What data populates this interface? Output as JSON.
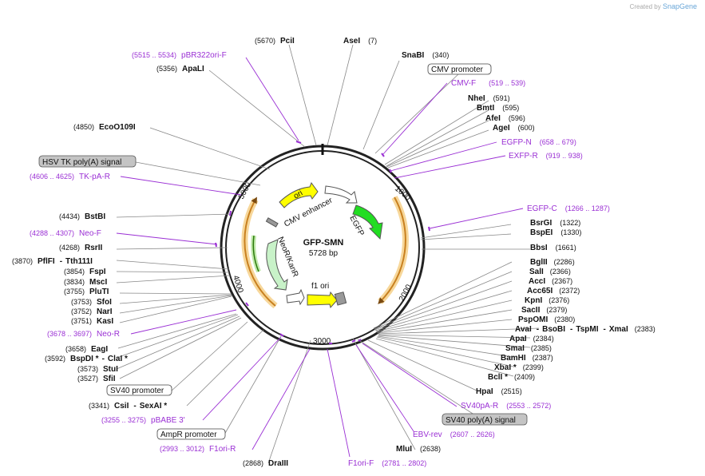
{
  "watermark": {
    "prefix": "Created by",
    "brand": "SnapGene"
  },
  "plasmid": {
    "name": "GFP-SMN",
    "length": "5728 bp"
  },
  "ticks": [
    "1000",
    "2000",
    "3000",
    "4000",
    "5000"
  ],
  "features": {
    "ori": "ori",
    "cmv_enhancer": "CMV enhancer",
    "egfp": "EGFP",
    "neo": "NeoR/KanR",
    "f1ori": "f1 ori"
  },
  "labels": {
    "pcii": {
      "name": "PciI",
      "pos": "(5670)"
    },
    "asei": {
      "name": "AseI",
      "pos": "(7)"
    },
    "pbr322_f": {
      "name": "pBR322ori-F",
      "pos": "(5515 .. 5534)"
    },
    "apali": {
      "name": "ApaLI",
      "pos": "(5356)"
    },
    "snabi": {
      "name": "SnaBI",
      "pos": "(340)"
    },
    "cmv_promoter": {
      "name": "CMV promoter"
    },
    "cmv_f": {
      "name": "CMV-F",
      "pos": "(519 .. 539)"
    },
    "nhei": {
      "name": "NheI",
      "pos": "(591)"
    },
    "bmti": {
      "name": "BmtI",
      "pos": "(595)"
    },
    "afei": {
      "name": "AfeI",
      "pos": "(596)"
    },
    "agei": {
      "name": "AgeI",
      "pos": "(600)"
    },
    "ecoo109i": {
      "name": "EcoO109I",
      "pos": "(4850)"
    },
    "egfp_n": {
      "name": "EGFP-N",
      "pos": "(658 .. 679)"
    },
    "exfp_r": {
      "name": "EXFP-R",
      "pos": "(919 .. 938)"
    },
    "hsv_tk": {
      "name": "HSV TK poly(A) signal"
    },
    "tk_pa_r": {
      "name": "TK-pA-R",
      "pos": "(4606 .. 4625)"
    },
    "egfp_c": {
      "name": "EGFP-C",
      "pos": "(1266 .. 1287)"
    },
    "bstbi": {
      "name": "BstBI",
      "pos": "(4434)"
    },
    "bsrgi": {
      "name": "BsrGI",
      "pos": "(1322)"
    },
    "bspei": {
      "name": "BspEI",
      "pos": "(1330)"
    },
    "neo_f": {
      "name": "Neo-F",
      "pos": "(4288 .. 4307)"
    },
    "rsrii": {
      "name": "RsrII",
      "pos": "(4268)"
    },
    "bbsi": {
      "name": "BbsI",
      "pos": "(1661)"
    },
    "pflfi": {
      "pos": "(3870)",
      "name": "PflFI",
      "sep": "-",
      "name2": "Tth111I"
    },
    "fspi": {
      "name": "FspI",
      "pos": "(3854)"
    },
    "msci": {
      "name": "MscI",
      "pos": "(3834)"
    },
    "pluti": {
      "name": "PluTI",
      "pos": "(3755)"
    },
    "sfoi": {
      "name": "SfoI",
      "pos": "(3753)"
    },
    "nari": {
      "name": "NarI",
      "pos": "(3752)"
    },
    "kasi": {
      "name": "KasI",
      "pos": "(3751)"
    },
    "neo_r": {
      "name": "Neo-R",
      "pos": "(3678 .. 3697)"
    },
    "eagi": {
      "name": "EagI",
      "pos": "(3658)"
    },
    "bspdi": {
      "pos": "(3592)",
      "name": "BspDI *",
      "sep": "-",
      "name2": "ClaI *"
    },
    "stui": {
      "name": "StuI",
      "pos": "(3573)"
    },
    "sfii": {
      "name": "SfiI",
      "pos": "(3527)"
    },
    "sv40_promoter": {
      "name": "SV40 promoter"
    },
    "csii": {
      "pos": "(3341)",
      "name": "CsiI",
      "sep": "-",
      "name2": "SexAI *"
    },
    "pbabe3": {
      "name": "pBABE 3'",
      "pos": "(3255 .. 3275)"
    },
    "ampr_promoter": {
      "name": "AmpR promoter"
    },
    "f1ori_r": {
      "name": "F1ori-R",
      "pos": "(2993 .. 3012)"
    },
    "draiii": {
      "name": "DraIII",
      "pos": "(2868)"
    },
    "f1ori_f": {
      "name": "F1ori-F",
      "pos": "(2781 .. 2802)"
    },
    "mlui": {
      "name": "MluI",
      "pos": "(2638)"
    },
    "ebv_rev": {
      "name": "EBV-rev",
      "pos": "(2607 .. 2626)"
    },
    "sv40_polya": {
      "name": "SV40 poly(A) signal"
    },
    "sv40pa_r": {
      "name": "SV40pA-R",
      "pos": "(2553 .. 2572)"
    },
    "hpai": {
      "name": "HpaI",
      "pos": "(2515)"
    },
    "bcli": {
      "name": "BclI *",
      "pos": "(2409)"
    },
    "xbai": {
      "name": "XbaI *",
      "pos": "(2399)"
    },
    "bamhi": {
      "name": "BamHI",
      "pos": "(2387)"
    },
    "smai": {
      "name": "SmaI",
      "pos": "(2385)"
    },
    "apai": {
      "name": "ApaI",
      "pos": "(2384)"
    },
    "avai": {
      "name": "AvaI",
      "sep1": "-",
      "name2": "BsoBI",
      "sep2": "-",
      "name3": "TspMI",
      "sep3": "-",
      "name4": "XmaI",
      "pos": "(2383)"
    },
    "pspomi": {
      "name": "PspOMI",
      "pos": "(2380)"
    },
    "sacii": {
      "name": "SacII",
      "pos": "(2379)"
    },
    "kpni": {
      "name": "KpnI",
      "pos": "(2376)"
    },
    "acc65i": {
      "name": "Acc65I",
      "pos": "(2372)"
    },
    "acci": {
      "name": "AccI",
      "pos": "(2367)"
    },
    "sali": {
      "name": "SalI",
      "pos": "(2366)"
    },
    "bglii": {
      "name": "BglII",
      "pos": "(2286)"
    }
  },
  "colors": {
    "backbone": "#222222",
    "egfp": "#22dd22",
    "ori": "#ffff00",
    "neo": "#c8f2c8",
    "orf": "#e8a53c",
    "primer": "#9a2fd4",
    "polya_box": "#bbbbbb"
  }
}
